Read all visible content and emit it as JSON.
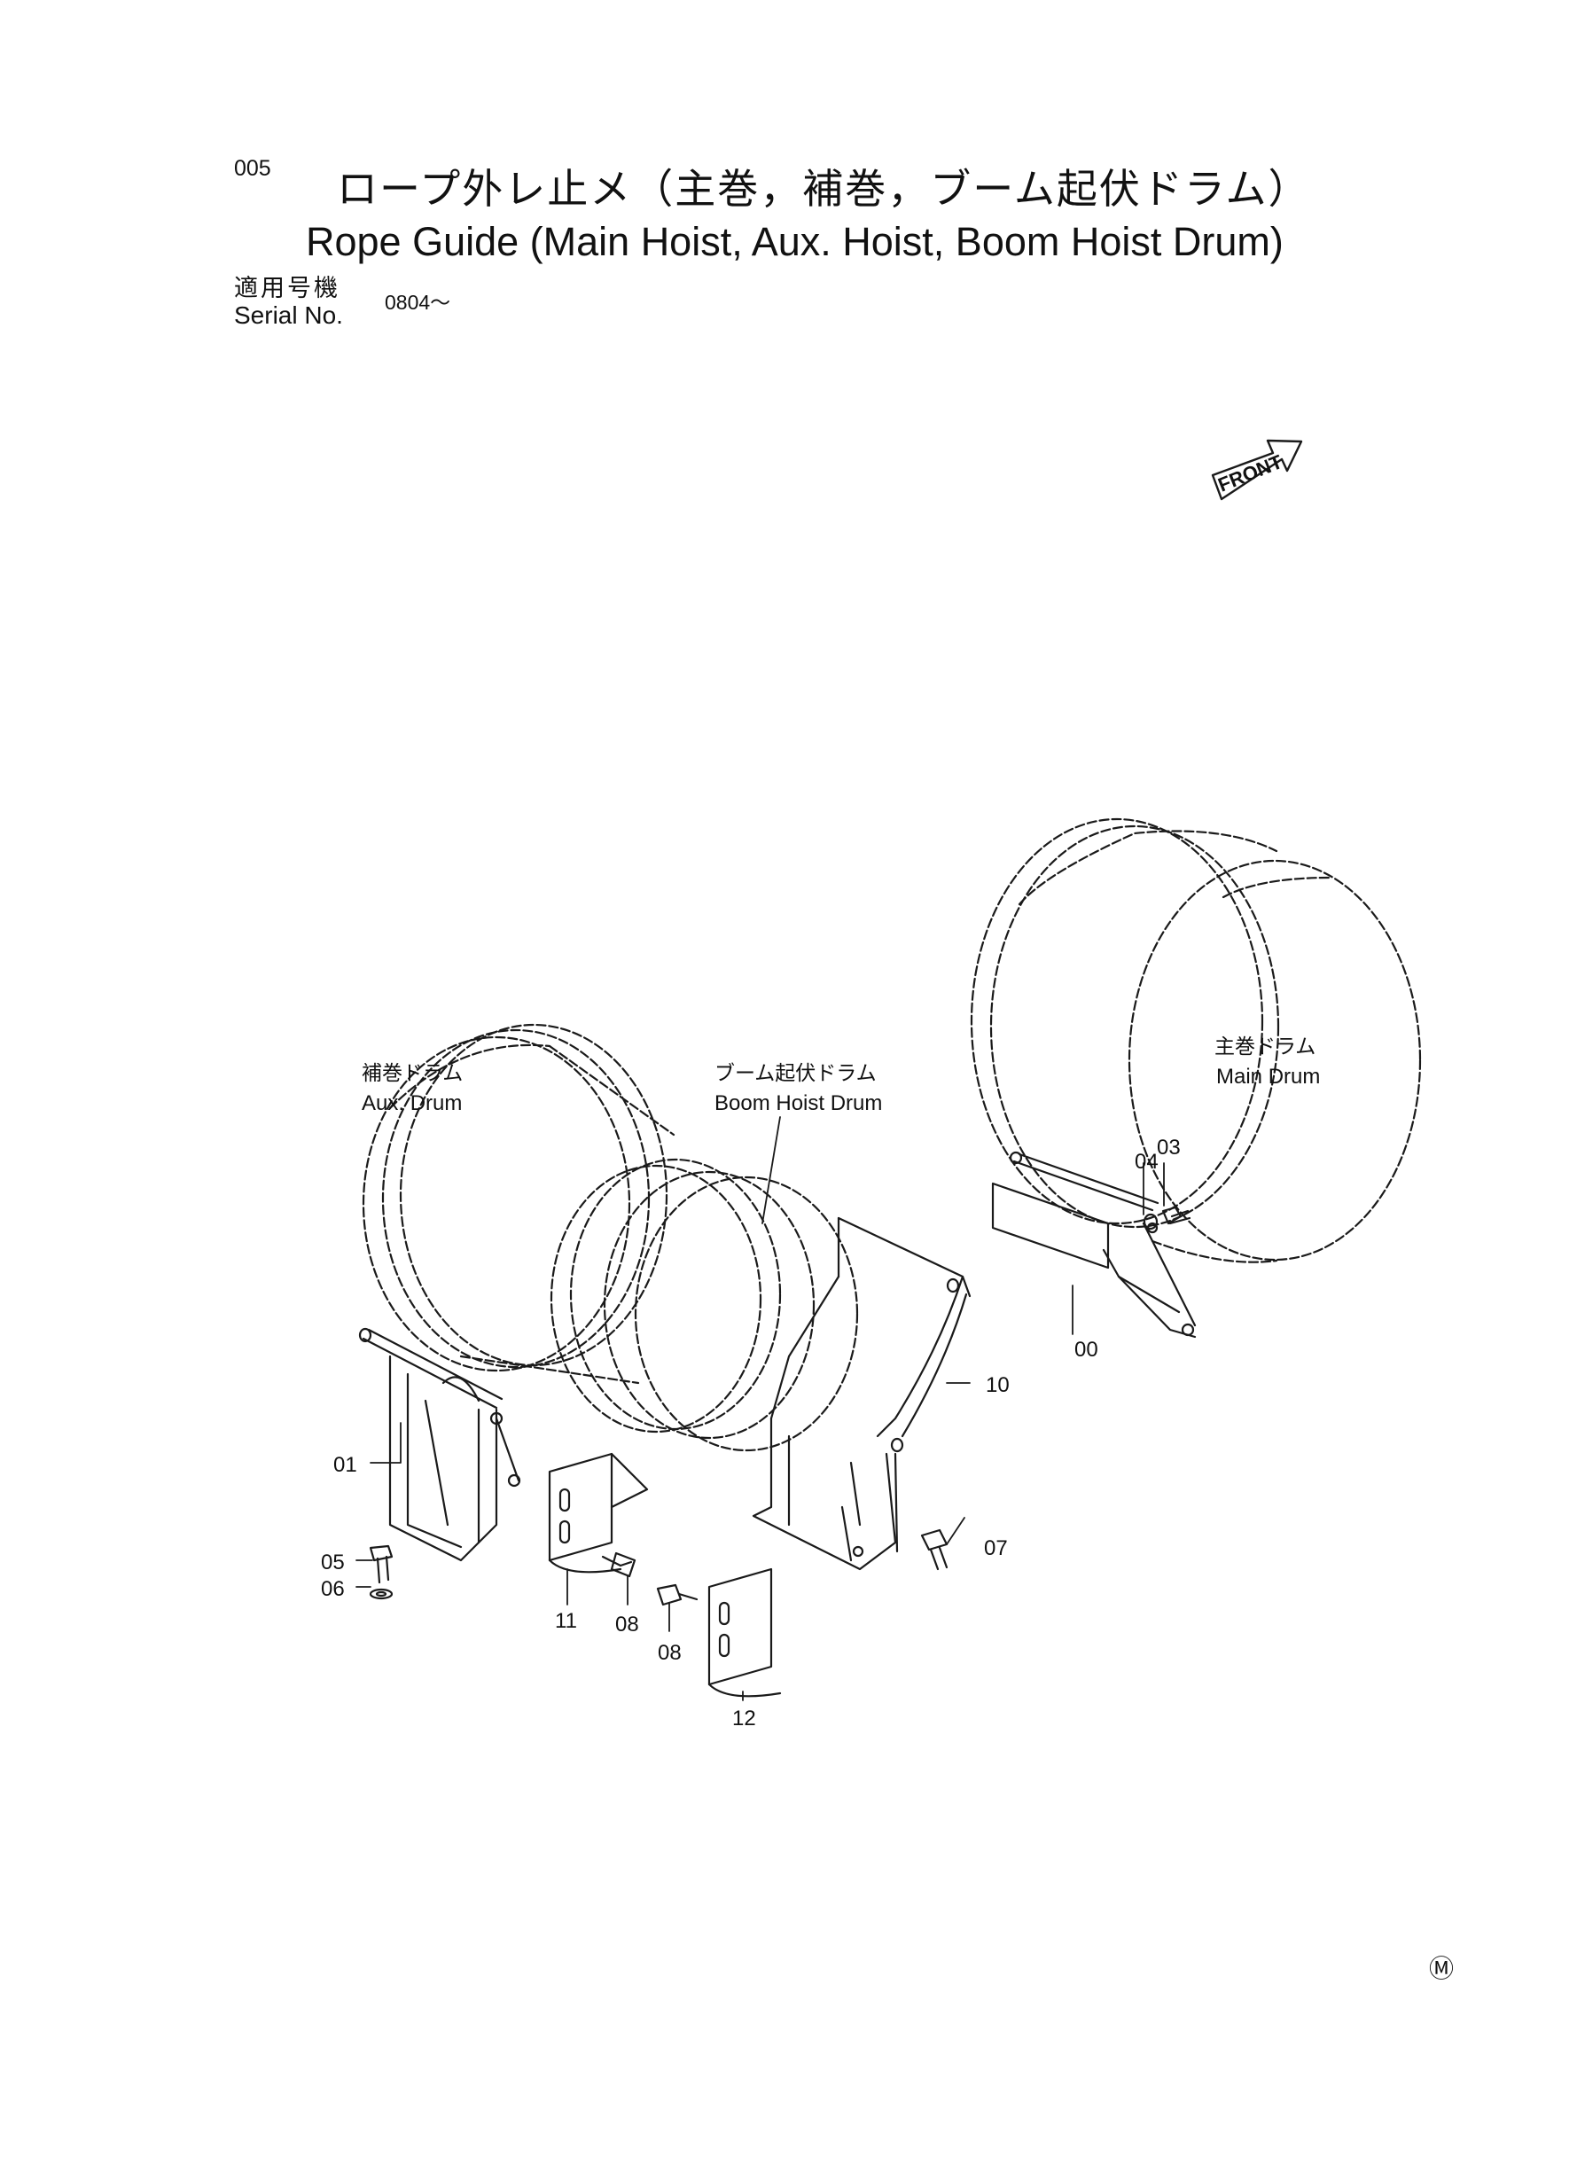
{
  "header": {
    "page_number": "005",
    "title_jp": "ロープ外レ止メ（主巻，補巻，ブーム起伏ドラム）",
    "title_en": "Rope Guide (Main Hoist, Aux. Hoist, Boom Hoist Drum)",
    "serial_label_jp": "適用号機",
    "serial_label_en": "Serial No.",
    "serial_value": "0804～"
  },
  "front_indicator": "FRONT",
  "drums": {
    "aux": {
      "label_jp": "補巻ドラム",
      "label_en": "Aux. Drum"
    },
    "boom": {
      "label_jp": "ブーム起伏ドラム",
      "label_en": "Boom Hoist Drum"
    },
    "main": {
      "label_jp": "主巻ドラム",
      "label_en": "Main Drum"
    }
  },
  "part_callouts": {
    "p00": "00",
    "p01": "01",
    "p03": "03",
    "p04": "04",
    "p05": "05",
    "p06": "06",
    "p07": "07",
    "p08a": "08",
    "p08b": "08",
    "p10": "10",
    "p11": "11",
    "p12": "12"
  },
  "footer_mark": "Ⓜ"
}
